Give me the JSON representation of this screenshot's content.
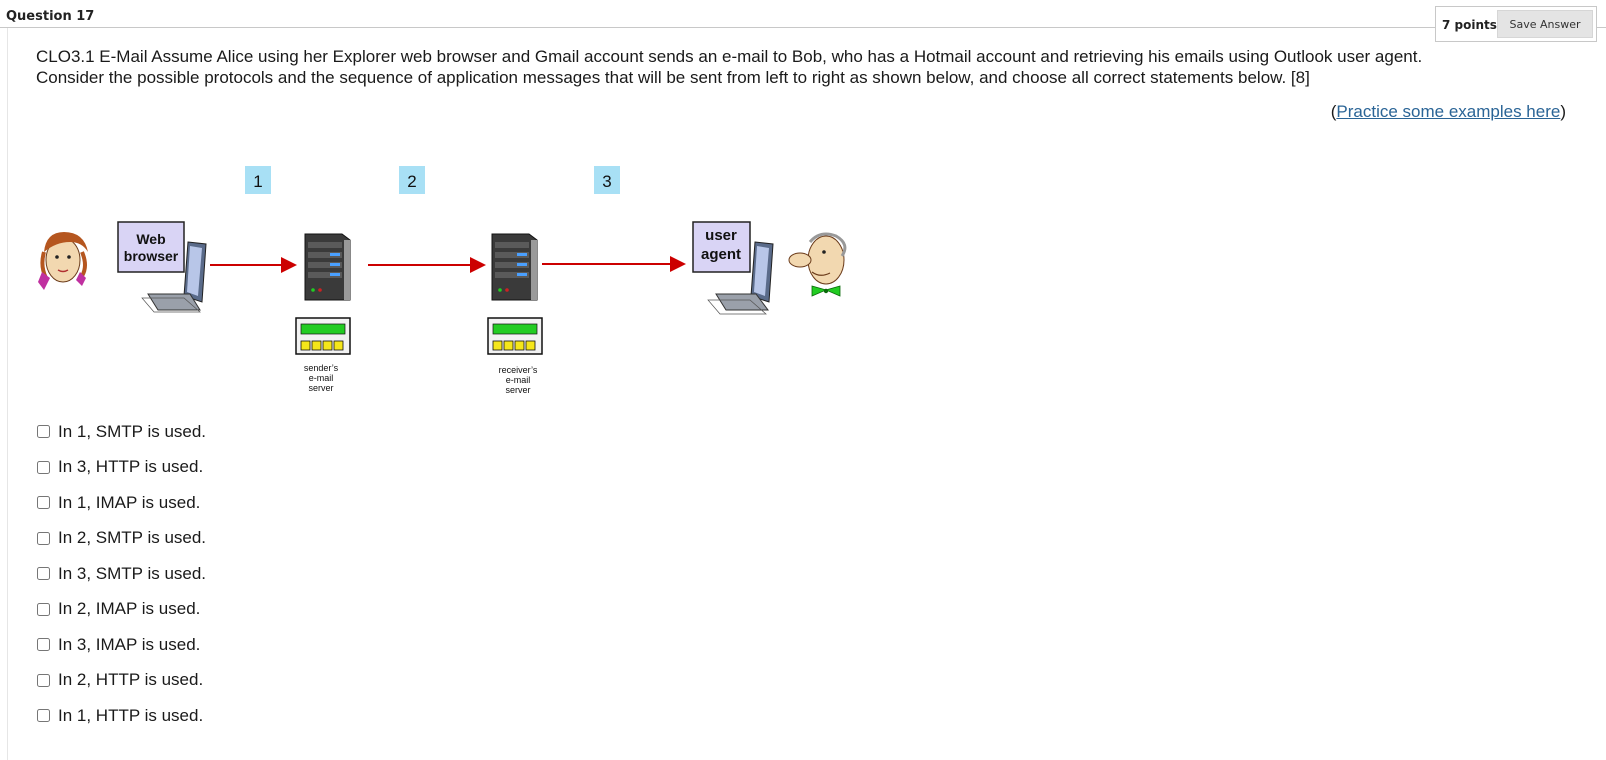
{
  "header": {
    "question_title": "Question 17",
    "points": "7 points",
    "save_button": "Save Answer"
  },
  "question": {
    "line1": "CLO3.1 E-Mail Assume Alice using her Explorer web browser and Gmail account sends an e-mail to Bob, who has a Hotmail account and retrieving his emails using Outlook user agent.",
    "line2": "Consider the possible protocols and the sequence of application messages that will be sent from left to right as shown below, and choose all correct statements below. [8]",
    "practice_open": "(",
    "practice_link": "Practice some examples here",
    "practice_close": ")"
  },
  "diagram": {
    "step_labels": [
      "1",
      "2",
      "3"
    ],
    "browser_label_line1": "Web",
    "browser_label_line2": "browser",
    "agent_label_line1": "user",
    "agent_label_line2": "agent",
    "sender_server_line1": "sender’s",
    "sender_server_line2": "e-mail",
    "sender_server_line3": "server",
    "receiver_server_line1": "receiver’s",
    "receiver_server_line2": "e-mail",
    "receiver_server_line3": "server",
    "colors": {
      "step_box": "#a8e0f5",
      "label_box": "#d9d4f5",
      "arrow": "#cc0000",
      "mailbox_green": "#22cc22",
      "mailbox_yellow": "#f5e61a"
    }
  },
  "options": [
    {
      "label": "In 1, SMTP is used.",
      "checked": false
    },
    {
      "label": "In 3, HTTP is used.",
      "checked": false
    },
    {
      "label": "In 1, IMAP is used.",
      "checked": false
    },
    {
      "label": "In 2, SMTP is used.",
      "checked": false
    },
    {
      "label": "In 3, SMTP is used.",
      "checked": false
    },
    {
      "label": "In 2, IMAP is used.",
      "checked": false
    },
    {
      "label": "In 3, IMAP is used.",
      "checked": false
    },
    {
      "label": "In 2, HTTP is used.",
      "checked": false
    },
    {
      "label": "In 1, HTTP is used.",
      "checked": false
    }
  ]
}
